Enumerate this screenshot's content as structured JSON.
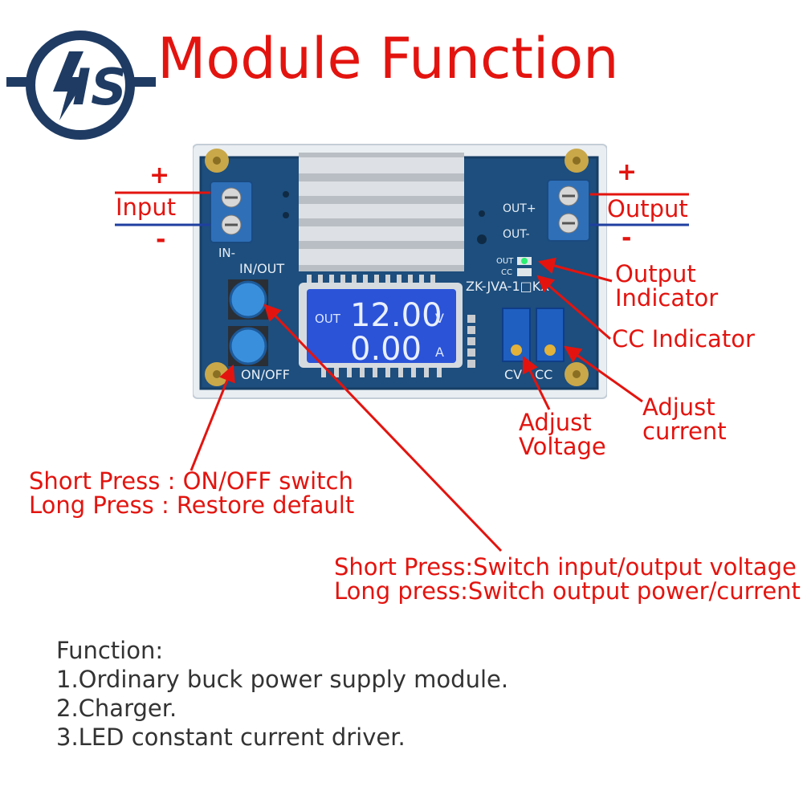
{
  "header": {
    "logo_text": "IS",
    "title": "Module Function"
  },
  "board": {
    "lcd": {
      "mode_label": "OUT",
      "voltage": "12.00",
      "voltage_unit": "V",
      "current": "0.00",
      "current_unit": "A"
    },
    "silkscreen": {
      "in_minus": "IN-",
      "in_out": "IN/OUT",
      "on_off": "ON/OFF",
      "out_plus": "OUT+",
      "out_minus": "OUT-",
      "led_out": "OUT",
      "led_cc": "CC",
      "model": "ZK-JVA-1□KX",
      "cv": "CV",
      "cc": "CC"
    }
  },
  "labels": {
    "input": "Input",
    "output": "Output",
    "plus": "+",
    "minus": "-",
    "output_indicator": [
      "Output",
      "Indicator"
    ],
    "cc_indicator": "CC Indicator",
    "adjust_voltage": [
      "Adjust",
      "Voltage"
    ],
    "adjust_current": [
      "Adjust",
      "current"
    ],
    "onoff_desc": [
      "Short Press : ON/OFF switch",
      "Long Press : Restore default"
    ],
    "inout_desc": [
      "Short Press:Switch input/output voltage",
      "Long press:Switch output power/current"
    ]
  },
  "function": {
    "heading": "Function:",
    "items": [
      "1.Ordinary buck power supply module.",
      "2.Charger.",
      "3.LED constant current driver."
    ]
  },
  "colors": {
    "accent": "#e3140f",
    "wire_blue": "#1f3fa0",
    "pcb": "#1d4e7d",
    "logo": "#1f3b63",
    "lcd": "#2b53d8"
  }
}
